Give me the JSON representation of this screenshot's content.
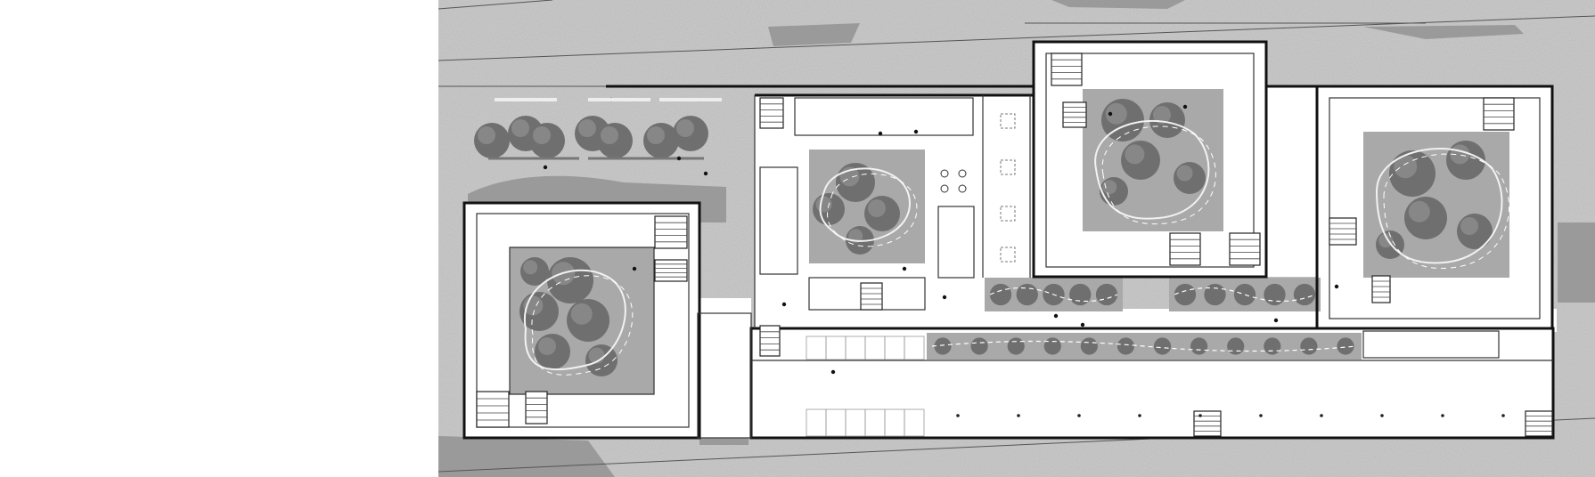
{
  "drawing": {
    "type": "architectural site plan",
    "colors": {
      "background": "#ffffff",
      "ground": "#cbcbcb",
      "ground_dark": "#b5b5b5",
      "shadow": "#9a9a9a",
      "courtyard": "#a9a9a9",
      "tree_dark": "#6f6f6f",
      "tree_mid": "#878787",
      "building_fill": "#ffffff",
      "wall": "#111111",
      "path": "#f2f2f2"
    },
    "blocks": [
      "west-courtyard-block",
      "central-courtyard-block",
      "north-courtyard-block",
      "east-courtyard-block",
      "south-linear-block"
    ],
    "courtyards": 4,
    "planted_strips": 3,
    "tree_row_north_west": 5
  }
}
